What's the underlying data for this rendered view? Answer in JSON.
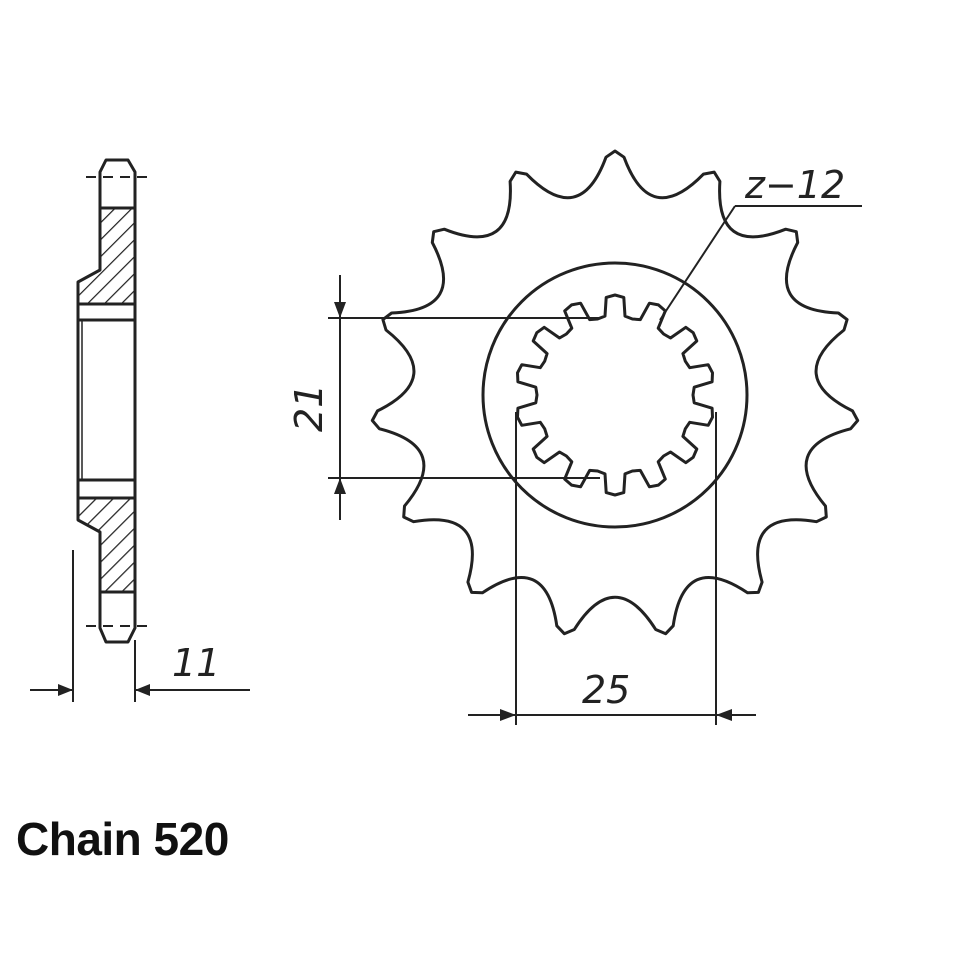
{
  "dimensions": {
    "width_label": "11",
    "bore_height_label": "21",
    "spline_width_label": "25",
    "teeth_label": "z−12"
  },
  "caption": "Chain 520",
  "colors": {
    "line": "#222222",
    "background": "#ffffff"
  }
}
